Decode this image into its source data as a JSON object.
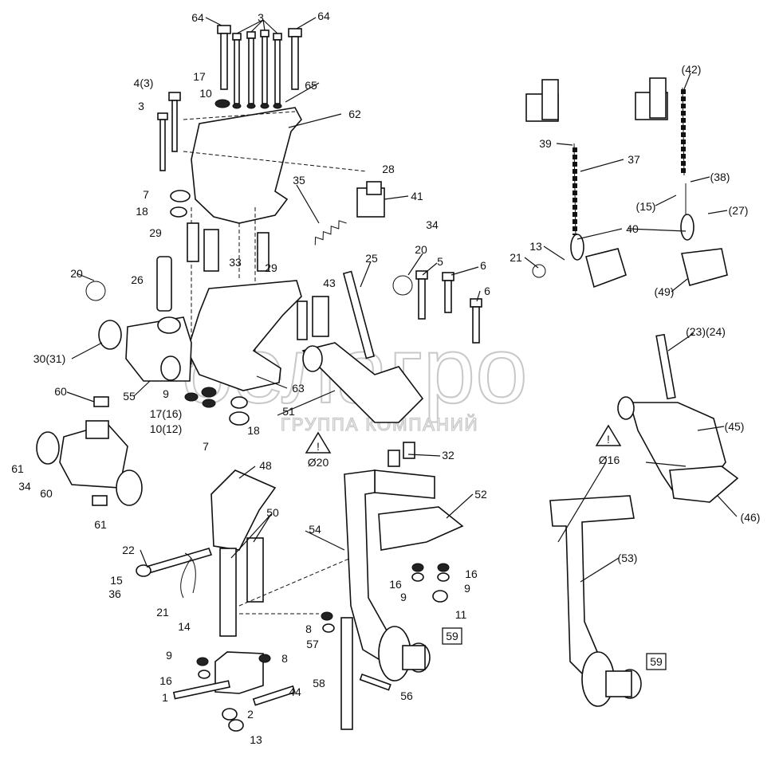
{
  "watermark": {
    "brand": "белагро",
    "subtitle": "ГРУППА КОМПАНИЙ"
  },
  "warning": {
    "left_diameter": "Ø20",
    "right_diameter": "Ø16"
  },
  "callouts": {
    "left": [
      "64",
      "3",
      "64",
      "4(3)",
      "17",
      "10",
      "65",
      "3",
      "62",
      "28",
      "35",
      "41",
      "7",
      "18",
      "34",
      "29",
      "33",
      "29",
      "20",
      "26",
      "25",
      "20",
      "5",
      "6",
      "6",
      "43",
      "30(31)",
      "55",
      "63",
      "60",
      "9",
      "17(16)",
      "51",
      "10(12)",
      "18",
      "7",
      "32",
      "61",
      "34",
      "48",
      "60",
      "61",
      "52",
      "50",
      "54",
      "22",
      "15",
      "36",
      "16",
      "16",
      "9",
      "9",
      "21",
      "14",
      "11",
      "8",
      "57",
      "59",
      "9",
      "8",
      "16",
      "44",
      "58",
      "56",
      "1",
      "2",
      "13"
    ],
    "right": [
      "(42)",
      "39",
      "37",
      "(38)",
      "(15)",
      "(27)",
      "40",
      "13",
      "21",
      "(49)",
      "(23)(24)",
      "(45)",
      "(46)",
      "(53)",
      "59"
    ]
  }
}
